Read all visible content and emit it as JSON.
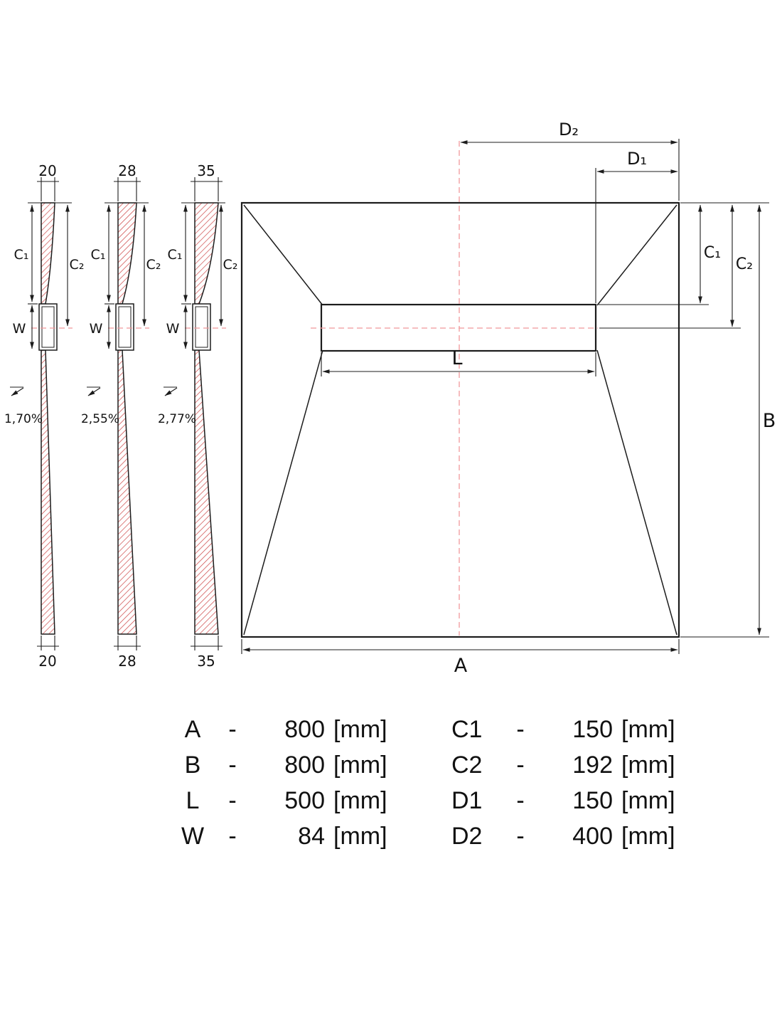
{
  "drawing": {
    "colors": {
      "hatch": "#cc4545",
      "centerline": "#f1989b"
    },
    "labels": {
      "c1": "C₁",
      "c2": "C₂",
      "w": "W"
    },
    "sections": [
      {
        "thickness_top": "20",
        "thickness_bottom": "20",
        "slope": "1,70%"
      },
      {
        "thickness_top": "28",
        "thickness_bottom": "28",
        "slope": "2,55%"
      },
      {
        "thickness_top": "35",
        "thickness_bottom": "35",
        "slope": "2,77%"
      }
    ],
    "plan": {
      "a": "A",
      "b": "B",
      "l": "L",
      "d1": "D₁",
      "d2": "D₂",
      "c1": "C₁",
      "c2": "C₂"
    }
  },
  "table": {
    "left": [
      {
        "key": "A",
        "sep": "-",
        "value": "800",
        "unit": "[mm]"
      },
      {
        "key": "B",
        "sep": "-",
        "value": "800",
        "unit": "[mm]"
      },
      {
        "key": "L",
        "sep": "-",
        "value": "500",
        "unit": "[mm]"
      },
      {
        "key": "W",
        "sep": "-",
        "value": "84",
        "unit": "[mm]"
      }
    ],
    "right": [
      {
        "key": "C1",
        "sep": "-",
        "value": "150",
        "unit": "[mm]"
      },
      {
        "key": "C2",
        "sep": "-",
        "value": "192",
        "unit": "[mm]"
      },
      {
        "key": "D1",
        "sep": "-",
        "value": "150",
        "unit": "[mm]"
      },
      {
        "key": "D2",
        "sep": "-",
        "value": "400",
        "unit": "[mm]"
      }
    ]
  }
}
